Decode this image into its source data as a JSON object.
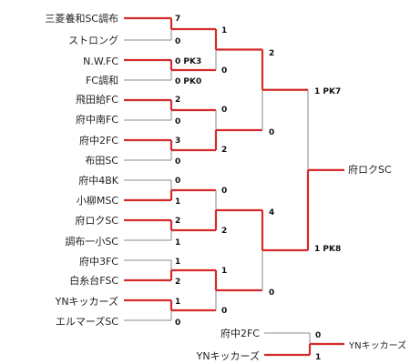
{
  "main_bracket": {
    "teams": [
      "三菱養和SC調布",
      "ストロング",
      "N.W.FC",
      "FC調和",
      "飛田給FC",
      "府中南FC",
      "府中2FC",
      "布田SC",
      "府中4BK",
      "小柳MSC",
      "府ロクSC",
      "調布一小SC",
      "府中3FC",
      "白糸台FSC",
      "YNキッカーズ",
      "エルマーズSC"
    ],
    "r1_scores": [
      "7",
      "0",
      "0 PK3",
      "0 PK0",
      "2",
      "0",
      "3",
      "0",
      "0",
      "1",
      "2",
      "1",
      "1",
      "2",
      "1",
      "0"
    ],
    "r2_scores": [
      "1",
      "0",
      "0",
      "2",
      "0",
      "2",
      "1",
      "0"
    ],
    "qf_scores": [
      "2",
      "0",
      "4",
      "0"
    ],
    "sf_scores": [
      "1 PK7",
      "1 PK8"
    ],
    "champion": "府ロクSC"
  },
  "sub_bracket": {
    "teams": [
      "府中2FC",
      "YNキッカーズ"
    ],
    "scores": [
      "0",
      "1"
    ],
    "winner": "YNキッカーズ"
  }
}
